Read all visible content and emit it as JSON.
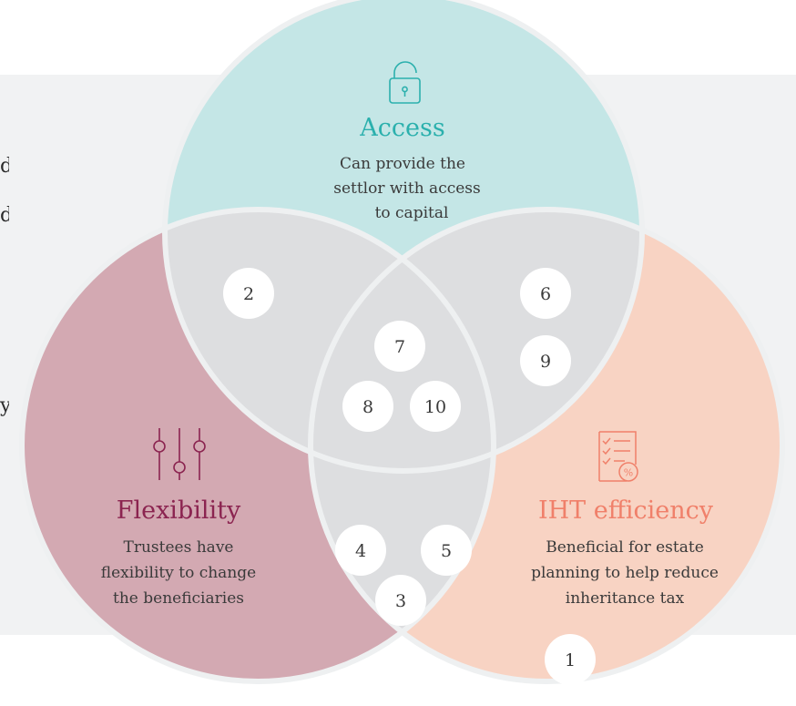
{
  "colors": {
    "background_panel": "#f1f2f3",
    "access_fill": "#c4e6e6",
    "access_accent": "#2bb0ad",
    "flexibility_fill": "#d3a9b2",
    "flexibility_accent": "#8b2450",
    "iht_fill": "#f8d3c3",
    "iht_accent": "#f0806a",
    "overlap_fill": "#dddee0",
    "outline": "#eef0f1",
    "badge_fill": "#ffffff",
    "text_dark": "#3a3a3a"
  },
  "edge_fragments": [
    "d",
    "d",
    "y"
  ],
  "circles": {
    "access": {
      "icon": "padlock-icon",
      "title": "Access",
      "description": [
        "Can provide the",
        "settlor with access",
        "to capital"
      ]
    },
    "flexibility": {
      "icon": "sliders-icon",
      "title": "Flexibility",
      "description": [
        "Trustees have",
        "flexibility to change",
        "the beneficiaries"
      ]
    },
    "iht": {
      "icon": "checklist-percent-icon",
      "title": "IHT efficiency",
      "description": [
        "Beneficial for estate",
        "planning to help reduce",
        "inheritance tax"
      ]
    }
  },
  "badges": [
    {
      "label": "2",
      "region": "access-flexibility"
    },
    {
      "label": "6",
      "region": "access-iht"
    },
    {
      "label": "9",
      "region": "access-iht"
    },
    {
      "label": "7",
      "region": "all-three"
    },
    {
      "label": "8",
      "region": "all-three"
    },
    {
      "label": "10",
      "region": "all-three"
    },
    {
      "label": "4",
      "region": "flexibility-iht"
    },
    {
      "label": "5",
      "region": "flexibility-iht"
    },
    {
      "label": "3",
      "region": "flexibility-iht"
    },
    {
      "label": "1",
      "region": "iht-only"
    }
  ]
}
